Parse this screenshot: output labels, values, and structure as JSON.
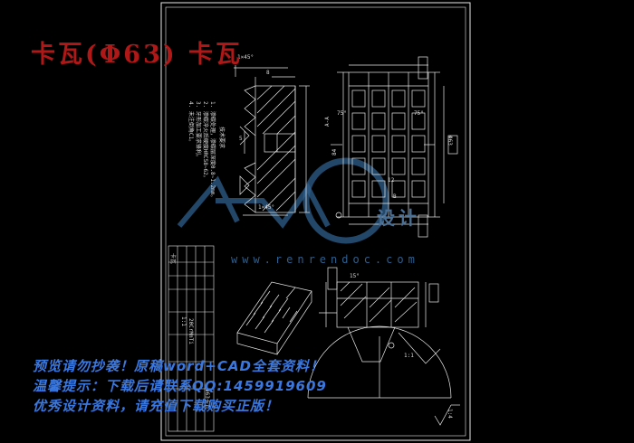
{
  "title": "卡瓦(Φ63) 卡瓦",
  "notices": [
    "预览请勿抄袭！原稿word+CAD全套资料！",
    "温馨提示：下载后请联系QQ:1459919609",
    "优秀设计资料，请充值下载购买正版！"
  ],
  "watermark": {
    "brand": "设计",
    "url": "www.renrendoc.com"
  },
  "drawing": {
    "name": "卡瓦",
    "scale": "1:1",
    "material": "20CrMnTi",
    "drawing_no": "Φ63卡瓦",
    "tech_req_title": "技术要求",
    "tech_req": [
      "1. 渗碳处理，渗碳层深度0.8~1.2mm。",
      "2. 渗碳淬火后硬度HRC58~62。",
      "3. 牙形加工要求锋利。",
      "4. 未注倒角C1。"
    ],
    "dims": {
      "chamfer": "1×45°",
      "phi63": "Φ63",
      "d84": "84",
      "d8": "8",
      "d5": "5",
      "d12": "12",
      "angle75": "75°",
      "angle15": "15°",
      "section_aa": "A-A",
      "view_b": "B",
      "gear_ratio": "1:1",
      "bottom_callout": "1:4"
    }
  },
  "colors": {
    "background": "#000000",
    "line": "#e8e8e8",
    "title_red": "#b01818",
    "notice_blue": "#3a78e0",
    "watermark": "#2f5f8c"
  }
}
